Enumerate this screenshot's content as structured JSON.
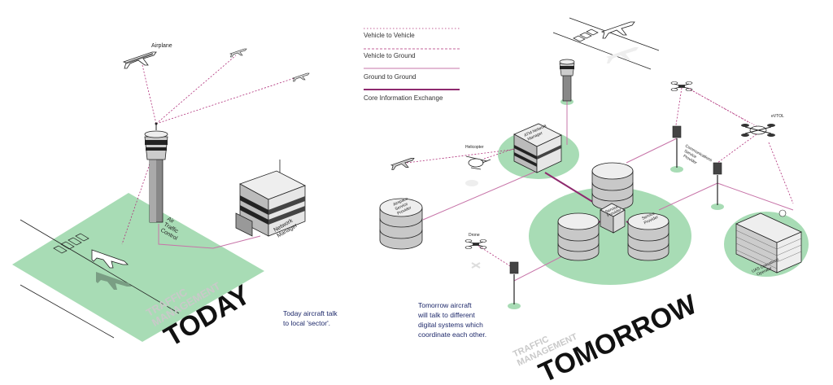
{
  "legend": {
    "vehicle_to_vehicle": "Vehicle to Vehicle",
    "vehicle_to_ground": "Vehicle to Ground",
    "ground_to_ground": "Ground to Ground",
    "core_information_exchange": "Core Information Exchange"
  },
  "today": {
    "labels": {
      "airplane": "Airplane",
      "atc_line1": "Air",
      "atc_line2": "Traffic",
      "atc_line3": "Control",
      "nm_line1": "Network",
      "nm_line2": "Manager"
    },
    "title_small_1": "TRAFFIC",
    "title_small_2": "MANAGEMENT",
    "title_big": "TODAY",
    "caption_line1": "Today aircraft talk",
    "caption_line2": "to local 'sector'."
  },
  "tomorrow": {
    "labels": {
      "helicopter": "Helicopter",
      "drone": "Drone",
      "evtol": "eVTOL",
      "atm_line1": "ATM Network",
      "atm_line2": "Manager",
      "sp1_line1": "Airspace",
      "sp1_line2": "Service",
      "sp1_line3": "Provider",
      "sp2_line1": "Service",
      "sp2_line2": "Provider",
      "hub_line1": "Service",
      "hub_line2": "Provider",
      "comm_line1": "Communications",
      "comm_line2": "Service",
      "comm_line3": "Provider",
      "uas_line1": "UAS Operations",
      "uas_line2": "Operator"
    },
    "title_small_1": "TRAFFIC",
    "title_small_2": "MANAGEMENT",
    "title_big": "TOMORROW",
    "caption_line1": "Tomorrow aircraft",
    "caption_line2": "will talk to different",
    "caption_line3": "digital systems which",
    "caption_line4": "coordinate each other."
  },
  "colors": {
    "green": "#a8dcb5",
    "magenta": "#b0307a",
    "magenta_light": "#d57ab0",
    "ink": "#111111",
    "navy": "#1f2a6b"
  }
}
